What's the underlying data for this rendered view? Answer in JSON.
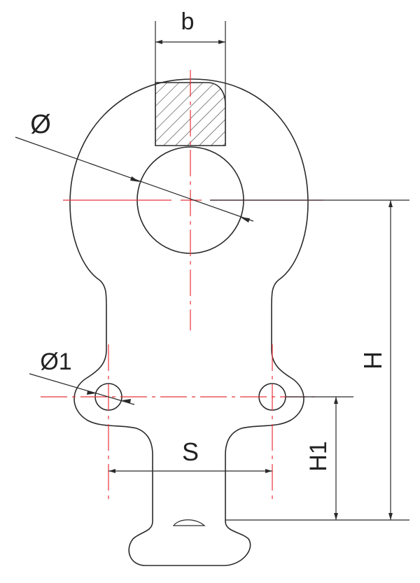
{
  "labels": {
    "b": "b",
    "phi": "Ø",
    "phi1": "Ø1",
    "H": "H",
    "H1": "H1",
    "S": "S"
  },
  "colors": {
    "outline": "#2a2a2a",
    "centerline": "#e8343c",
    "background": "#ffffff"
  }
}
